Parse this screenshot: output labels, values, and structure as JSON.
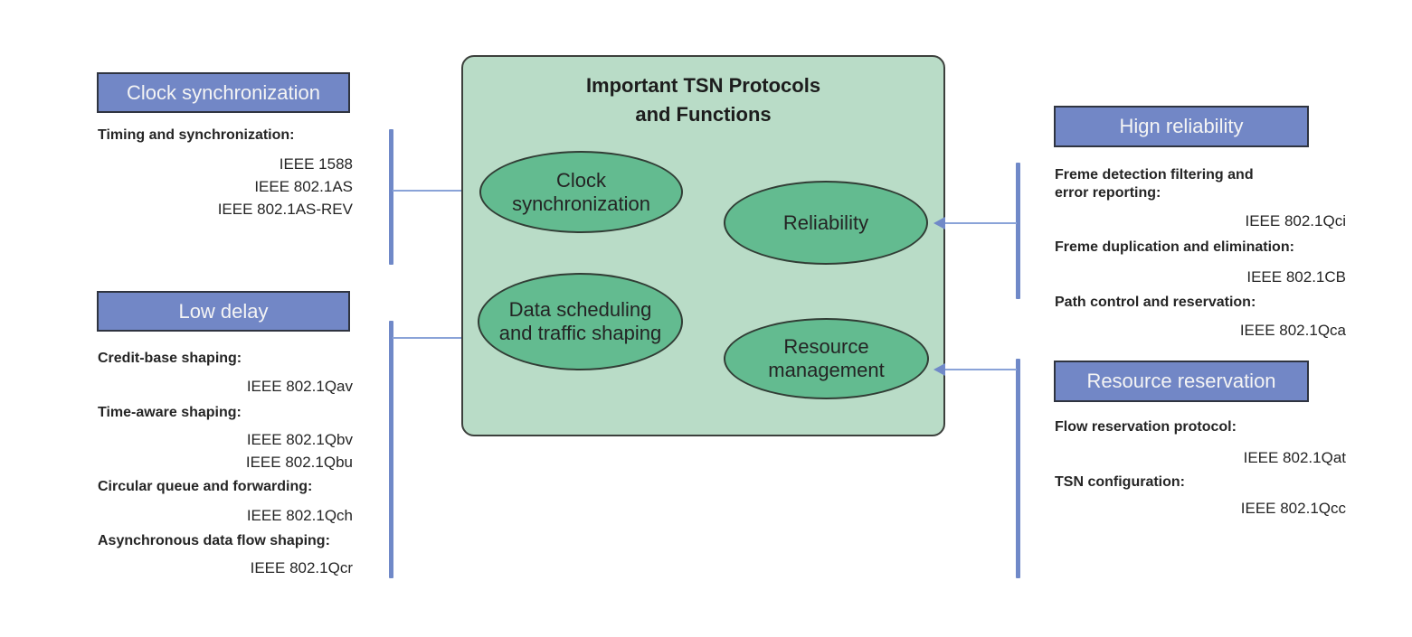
{
  "colors": {
    "header_fill": "#7287c6",
    "header_border": "#2f3440",
    "header_text": "#f4f4f4",
    "center_box_fill": "#b9dcc7",
    "center_box_border": "#3c403c",
    "ellipse_fill": "#63bb90",
    "ellipse_border": "#313d35",
    "connector_bar": "#7089c8",
    "connector_line": "#8aa3d8",
    "body_text": "#252525"
  },
  "center_box": {
    "title": [
      "Important TSN Protocols",
      "and Functions"
    ],
    "nodes": [
      {
        "label": "Clock synchronization"
      },
      {
        "label": "Reliability"
      },
      {
        "label": "Data scheduling and traffic shaping"
      },
      {
        "label": "Resource management"
      }
    ]
  },
  "panels": {
    "clock_sync": {
      "header": "Clock synchronization",
      "lines": [
        {
          "style": "label",
          "text": "Timing and synchronization:"
        },
        {
          "style": "value",
          "text": "IEEE 1588"
        },
        {
          "style": "value",
          "text": "IEEE 802.1AS"
        },
        {
          "style": "value",
          "text": "IEEE 802.1AS-REV"
        }
      ]
    },
    "low_delay": {
      "header": "Low delay",
      "lines": [
        {
          "style": "label",
          "text": "Credit-base shaping:"
        },
        {
          "style": "value",
          "text": "IEEE 802.1Qav"
        },
        {
          "style": "label",
          "text": "Time-aware shaping:"
        },
        {
          "style": "value",
          "text": "IEEE 802.1Qbv"
        },
        {
          "style": "value",
          "text": "IEEE 802.1Qbu"
        },
        {
          "style": "label",
          "text": "Circular queue and forwarding:"
        },
        {
          "style": "value",
          "text": "IEEE 802.1Qch"
        },
        {
          "style": "label",
          "text": "Asynchronous data flow shaping:"
        },
        {
          "style": "value",
          "text": "IEEE 802.1Qcr"
        }
      ]
    },
    "high_reliability": {
      "header": "Hign reliability",
      "lines": [
        {
          "style": "label",
          "text": "Freme detection filtering and"
        },
        {
          "style": "label",
          "text": "error reporting:"
        },
        {
          "style": "value",
          "text": "IEEE 802.1Qci"
        },
        {
          "style": "label",
          "text": "Freme duplication and elimination:"
        },
        {
          "style": "value",
          "text": "IEEE 802.1CB"
        },
        {
          "style": "label",
          "text": "Path control and reservation:"
        },
        {
          "style": "value",
          "text": "IEEE 802.1Qca"
        }
      ]
    },
    "resource_reservation": {
      "header": "Resource reservation",
      "lines": [
        {
          "style": "label",
          "text": "Flow reservation protocol:"
        },
        {
          "style": "value",
          "text": "IEEE 802.1Qat"
        },
        {
          "style": "label",
          "text": "TSN configuration:"
        },
        {
          "style": "value",
          "text": "IEEE 802.1Qcc"
        }
      ]
    }
  }
}
